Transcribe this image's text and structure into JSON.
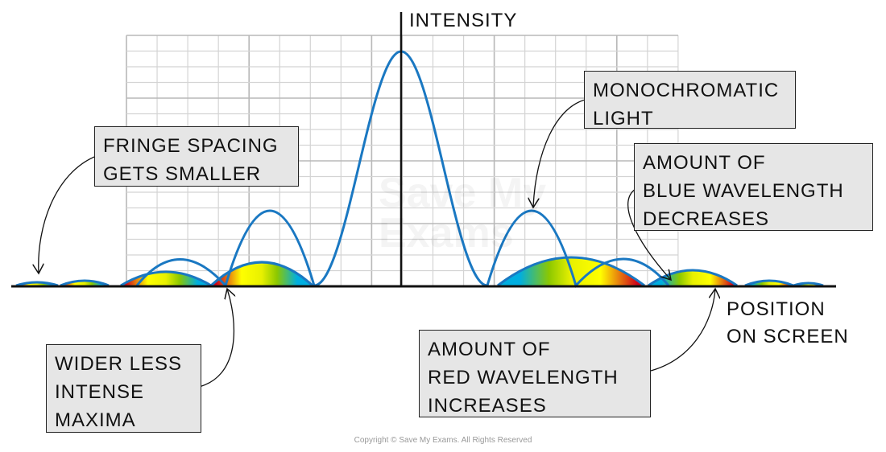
{
  "axes": {
    "y_label": "INTENSITY",
    "x_label": "POSITION\nON SCREEN"
  },
  "labels": {
    "fringe": "FRINGE SPACING\nGETS SMALLER",
    "mono": "MONOCHROMATIC\nLIGHT",
    "blue": "AMOUNT OF\nBLUE WAVELENGTH\nDECREASES",
    "wider": "WIDER LESS\nINTENSE\nMAXIMA",
    "red": "AMOUNT OF\nRED WAVELENGTH\nINCREASES"
  },
  "watermark": "Save My\nExams",
  "copyright": "Copyright © Save My Exams. All Rights Reserved",
  "colors": {
    "curve": "#1a78c2",
    "grid": "#c8c8c8",
    "box": "#e6e6e6",
    "spectrum": [
      "#d0021b",
      "#f5a000",
      "#ffff00",
      "#8cc800",
      "#00aee0"
    ]
  }
}
